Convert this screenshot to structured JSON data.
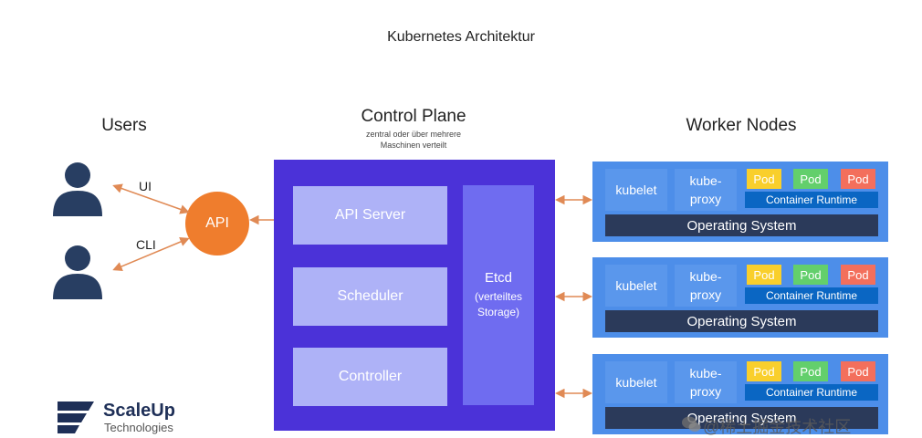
{
  "title": "Kubernetes Architektur",
  "users": {
    "heading": "Users",
    "ui_label": "UI",
    "cli_label": "CLI"
  },
  "api": {
    "label": "API"
  },
  "control_plane": {
    "heading": "Control Plane",
    "subtitle_line1": "zentral oder über mehrere",
    "subtitle_line2": "Maschinen verteilt",
    "api_server": "API Server",
    "scheduler": "Scheduler",
    "controller": "Controller",
    "etcd": "Etcd",
    "etcd_note_line1": "(verteiltes",
    "etcd_note_line2": "Storage)"
  },
  "worker_nodes": {
    "heading": "Worker Nodes",
    "nodes": [
      {
        "kubelet": "kubelet",
        "kube_proxy_line1": "kube-",
        "kube_proxy_line2": "proxy",
        "pods": [
          "Pod",
          "Pod",
          "Pod"
        ],
        "runtime": "Container Runtime",
        "os": "Operating System"
      },
      {
        "kubelet": "kubelet",
        "kube_proxy_line1": "kube-",
        "kube_proxy_line2": "proxy",
        "pods": [
          "Pod",
          "Pod",
          "Pod"
        ],
        "runtime": "Container Runtime",
        "os": "Operating System"
      },
      {
        "kubelet": "kubelet",
        "kube_proxy_line1": "kube-",
        "kube_proxy_line2": "proxy",
        "pods": [
          "Pod",
          "Pod",
          "Pod"
        ],
        "runtime": "Container Runtime",
        "os": "Operating System"
      }
    ]
  },
  "logo": {
    "name": "ScaleUp",
    "tagline": "Technologies"
  },
  "watermark": "@稀土掘金技术社区",
  "colors": {
    "control_plane": "#4b32d8",
    "api": "#ef7d2d",
    "node": "#4d8ee9",
    "os": "#2b3a5a",
    "runtime": "#0a66c3",
    "arrow": "#e08a55"
  },
  "icons": [
    "user-icon",
    "scaleup-logo-icon",
    "wechat-icon"
  ]
}
